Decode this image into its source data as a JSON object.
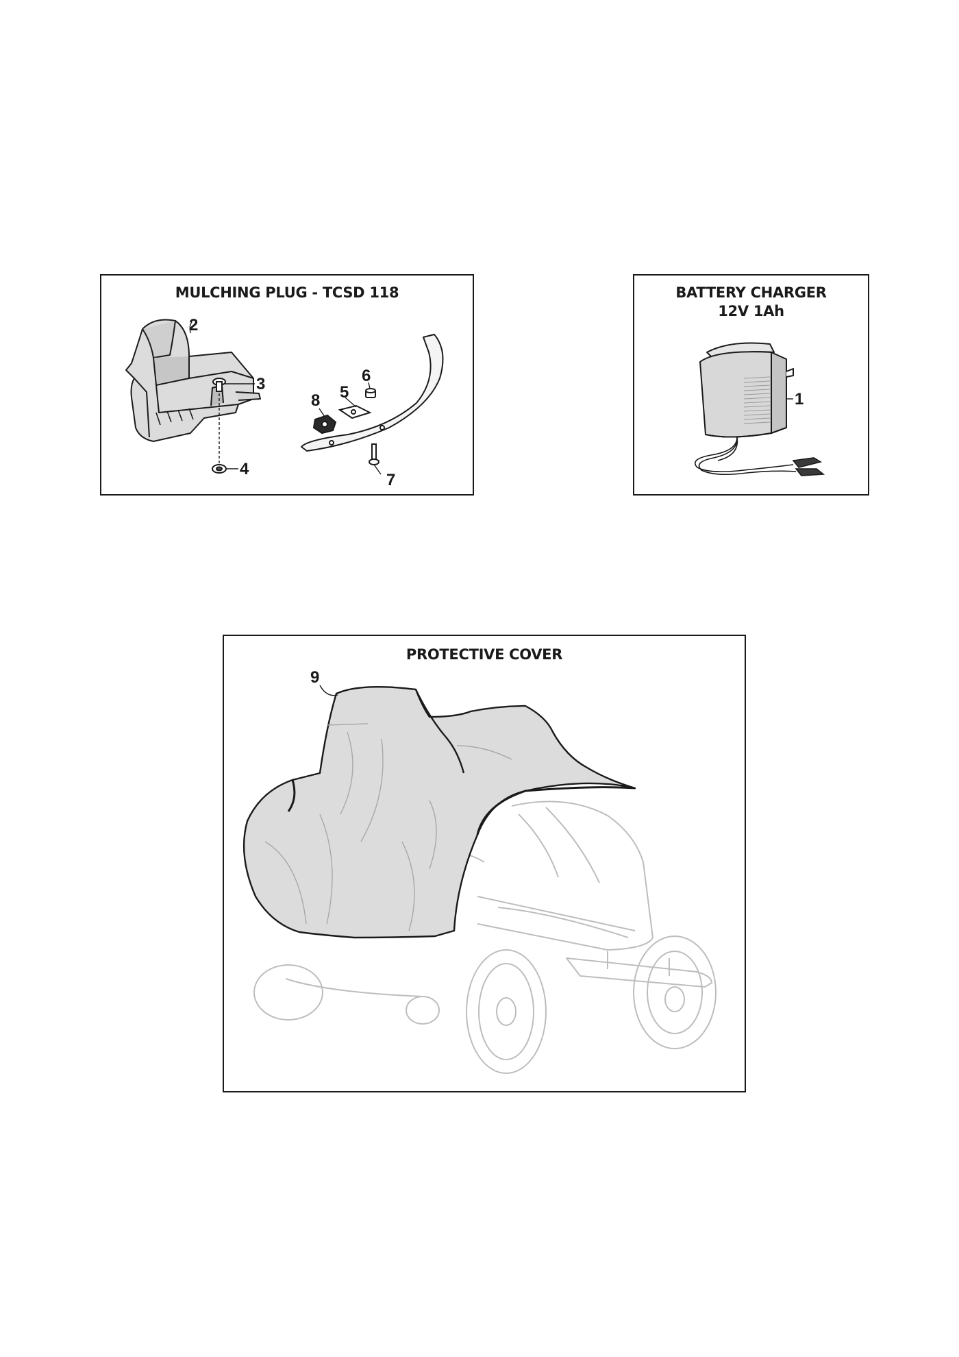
{
  "panels": {
    "mulching_plug": {
      "title": "MULCHING PLUG - TCSD 118",
      "callouts": [
        "2",
        "3",
        "4",
        "5",
        "6",
        "7",
        "8"
      ]
    },
    "battery_charger": {
      "title_line1": "BATTERY CHARGER",
      "title_line2": "12V 1Ah",
      "callouts": [
        "1"
      ]
    },
    "protective_cover": {
      "title": "PROTECTIVE COVER",
      "callouts": [
        "9"
      ]
    }
  },
  "icons": {
    "mulching_plug_part": "deflector-plug-drawing",
    "bracket": "curved-bracket-drawing",
    "charger": "charger-drawing",
    "cover": "tractor-cover-drawing"
  }
}
